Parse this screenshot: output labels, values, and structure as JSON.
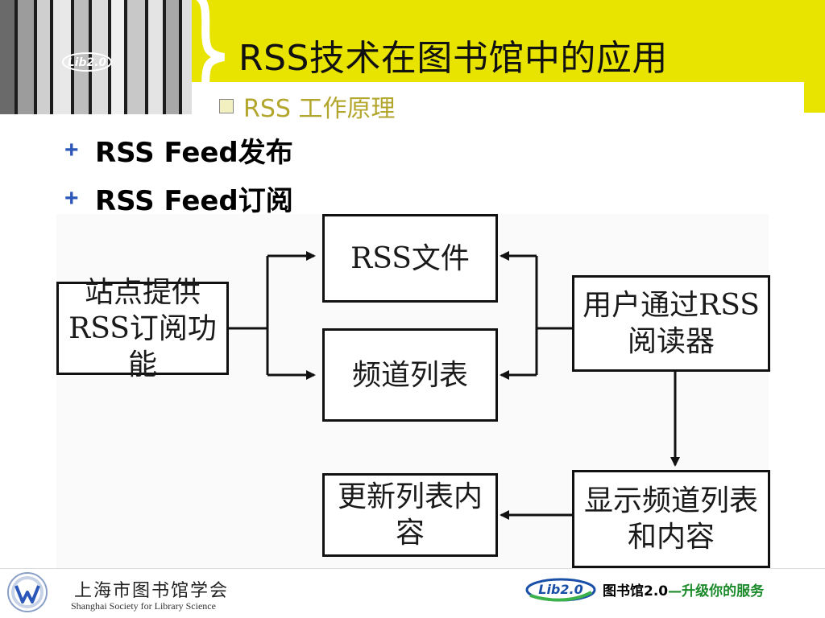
{
  "header": {
    "title": "RSS技术在图书馆中的应用",
    "subtitle": "RSS 工作原理",
    "logo_text": "Lib2.0"
  },
  "bullets": [
    {
      "marker": "+",
      "text": "RSS Feed发布"
    },
    {
      "marker": "+",
      "text": "RSS Feed订阅"
    }
  ],
  "diagram": {
    "site_box": "站点提供RSS订阅功能",
    "rss_file_box": "RSS文件",
    "channel_list_box": "频道列表",
    "reader_box": "用户通过RSS阅读器",
    "display_box": "显示频道列表和内容",
    "update_box": "更新列表内容"
  },
  "footer": {
    "society_cn": "上海市图书馆学会",
    "society_en": "Shanghai Society for Library Science",
    "logo_text": "Lib2.0",
    "tagline_a": "图书馆2.0",
    "tagline_b": "—升级你的服务"
  },
  "colors": {
    "header_yellow": "#e8e400",
    "subtitle_gold": "#b3a62c",
    "bullet_blue": "#2a57b8",
    "tagline_green": "#1a8a2a"
  }
}
